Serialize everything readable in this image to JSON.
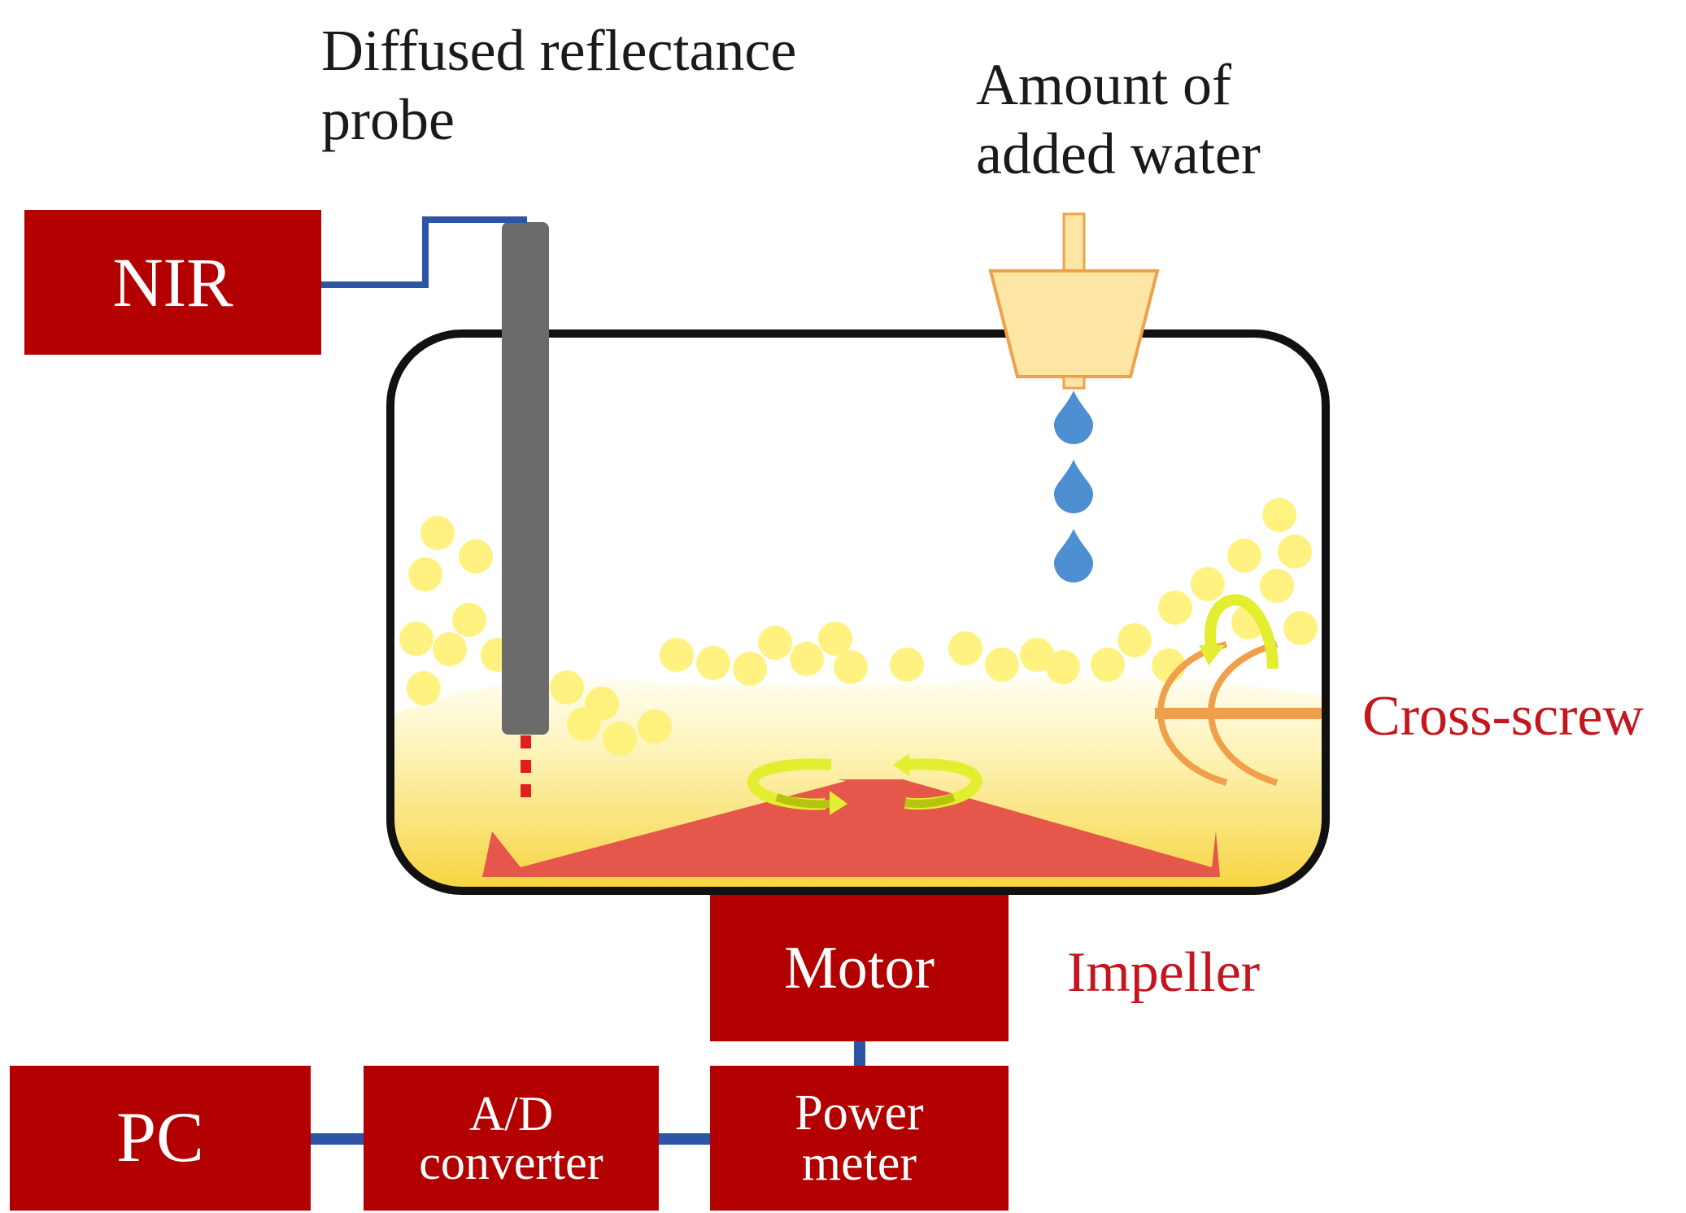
{
  "labels": {
    "probe": "Diffused reflectance\nprobe",
    "water": "Amount of\nadded water",
    "cross_screw": "Cross-screw",
    "impeller": "Impeller"
  },
  "boxes": {
    "nir": "NIR",
    "motor": "Motor",
    "pc": "PC",
    "ad_converter": "A/D\nconverter",
    "power_meter": "Power\nmeter"
  },
  "colors": {
    "box": "#b30000",
    "connector": "#2e55a5",
    "probe": "#6b6b6b",
    "impeller": "#e4574a",
    "cross_screw": "#f0a04b",
    "particle": "#fff27a",
    "water_drop": "#4d8fd1",
    "funnel": "#fde6a3",
    "label_red": "#c4161c"
  }
}
